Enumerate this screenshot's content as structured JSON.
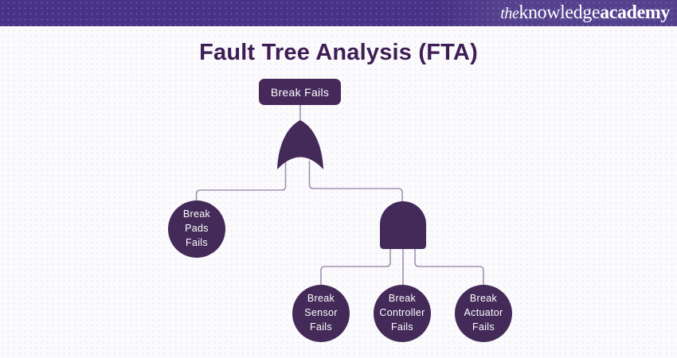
{
  "header": {
    "logo_the": "the",
    "logo_knowledge": "knowledge",
    "logo_academy": "academy"
  },
  "title": "Fault Tree Analysis (FTA)",
  "diagram": {
    "top_event": "Break Fails",
    "gates": [
      {
        "id": "gate-1",
        "type": "or-gate"
      },
      {
        "id": "gate-2",
        "type": "and-gate"
      }
    ],
    "events": [
      {
        "lines": [
          "Break",
          "Pads",
          "Fails"
        ]
      },
      {
        "lines": [
          "Break",
          "Sensor",
          "Fails"
        ]
      },
      {
        "lines": [
          "Break",
          "Controller",
          "Fails"
        ]
      },
      {
        "lines": [
          "Break",
          "Actuator",
          "Fails"
        ]
      }
    ]
  },
  "colors": {
    "header_bg": "#463385",
    "canvas_bg": "#fbfafc",
    "node_fill": "#432a58",
    "title_color": "#3e1d55",
    "connector": "#a291b2",
    "text_on_node": "#ffffff"
  }
}
